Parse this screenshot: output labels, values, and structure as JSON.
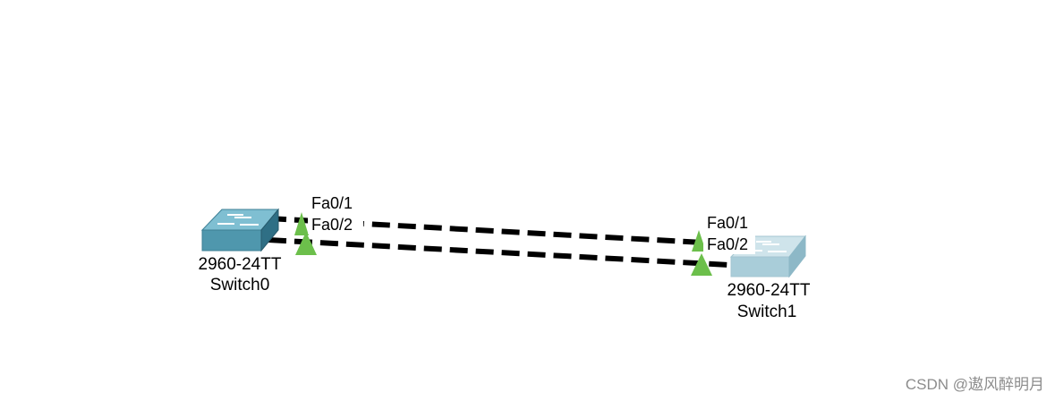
{
  "devices": [
    {
      "model": "2960-24TT",
      "name": "Switch0",
      "color": "#4f97ad",
      "state": "active"
    },
    {
      "model": "2960-24TT",
      "name": "Switch1",
      "color": "#a9cdd9",
      "state": "faded"
    }
  ],
  "links": [
    {
      "from_device": "Switch0",
      "from_port": "Fa0/1",
      "to_device": "Switch1",
      "to_port": "Fa0/1",
      "style": "dashed"
    },
    {
      "from_device": "Switch0",
      "from_port": "Fa0/2",
      "to_device": "Switch1",
      "to_port": "Fa0/2",
      "style": "dashed"
    }
  ],
  "port_labels": {
    "switch0_p1": "Fa0/1",
    "switch0_p2": "Fa0/2",
    "switch1_p1": "Fa0/1",
    "switch1_p2": "Fa0/2"
  },
  "link_status_color": "#6cbf4b",
  "watermark": "CSDN @遨风醉明月"
}
